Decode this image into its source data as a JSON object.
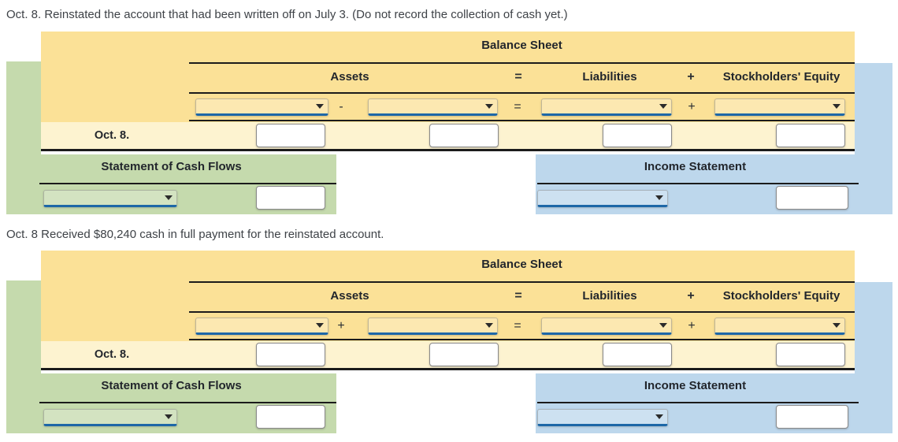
{
  "page": {
    "instruction_1": "Oct. 8. Reinstated the account that had been written off on July 3. (Do not record the collection of cash yet.)",
    "instruction_2": "Oct. 8 Received $80,240 cash in full payment for the reinstated account."
  },
  "labels": {
    "balance_sheet": "Balance Sheet",
    "assets": "Assets",
    "equals": "=",
    "liabilities": "Liabilities",
    "plus": "+",
    "stockholders_equity": "Stockholders' Equity",
    "row_date": "Oct. 8.",
    "cash_flows": "Statement of Cash Flows",
    "income_statement": "Income Statement"
  },
  "blocks": [
    {
      "assets_operator": "-",
      "balance_sheet_selects": [
        "",
        "",
        "",
        ""
      ],
      "balance_sheet_amounts": [
        "",
        "",
        "",
        ""
      ],
      "cash_flows_select": "",
      "cash_flows_amount": "",
      "income_statement_select": "",
      "income_statement_amount": ""
    },
    {
      "assets_operator": "+",
      "balance_sheet_selects": [
        "",
        "",
        "",
        ""
      ],
      "balance_sheet_amounts": [
        "",
        "",
        "",
        ""
      ],
      "cash_flows_select": "",
      "cash_flows_amount": "",
      "income_statement_select": "",
      "income_statement_amount": ""
    }
  ],
  "colors": {
    "balance_sheet_header_yellow": "#fbe197",
    "transaction_row_yellow": "#fdf3d0",
    "cash_flows_green": "#c5daad",
    "income_statement_blue": "#bdd7ec",
    "select_underline_blue": "#1d67a7",
    "rule_black": "#1b1b1b"
  }
}
